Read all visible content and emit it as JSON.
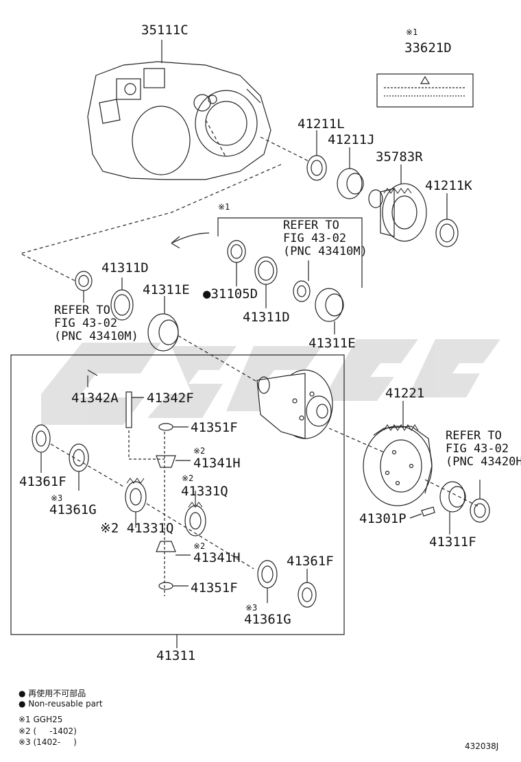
{
  "parts": {
    "p35111C": "35111C",
    "p33621D": "33621D",
    "p33621D_note": "※1",
    "p41211L": "41211L",
    "p41211J": "41211J",
    "p35783R": "35783R",
    "p41211K": "41211K",
    "p31105D": "●31105D",
    "p41311D_a": "41311D",
    "p41311E_a": "41311E",
    "p41311D_b": "41311D",
    "p41311E_b": "41311E",
    "p41342A": "41342A",
    "p41342F": "41342F",
    "p41351F_a": "41351F",
    "p41341H_a": "41341H",
    "p41341H_a_note": "※2",
    "p41331Q_a": "41331Q",
    "p41331Q_a_note": "※2",
    "p41331Q_b": "※2 41331Q",
    "p41341H_b": "41341H",
    "p41341H_b_note": "※2",
    "p41351F_b": "41351F",
    "p41361F_a": "41361F",
    "p41361G_a": "41361G",
    "p41361G_a_note": "※3",
    "p41361F_b": "41361F",
    "p41361G_b": "41361G",
    "p41361G_b_note": "※3",
    "p41221": "41221",
    "p41301P": "41301P",
    "p41311F": "41311F",
    "p41311": "41311",
    "bracket_note": "※1"
  },
  "references": {
    "ref1": "REFER TO\nFIG 43-02\n(PNC 43410M)",
    "ref2": "REFER TO\nFIG 43-02\n(PNC 43410M)",
    "ref3": "REFER TO\nFIG 43-02\n(PNC 43420H"
  },
  "legend": {
    "line1": "● 再使用不可部品",
    "line2": "● Non-reusable part",
    "line3": "※1 GGH25",
    "line4": "※2 (     -1402)",
    "line5": "※3 (1402-     )"
  },
  "figure_number": "432038J"
}
